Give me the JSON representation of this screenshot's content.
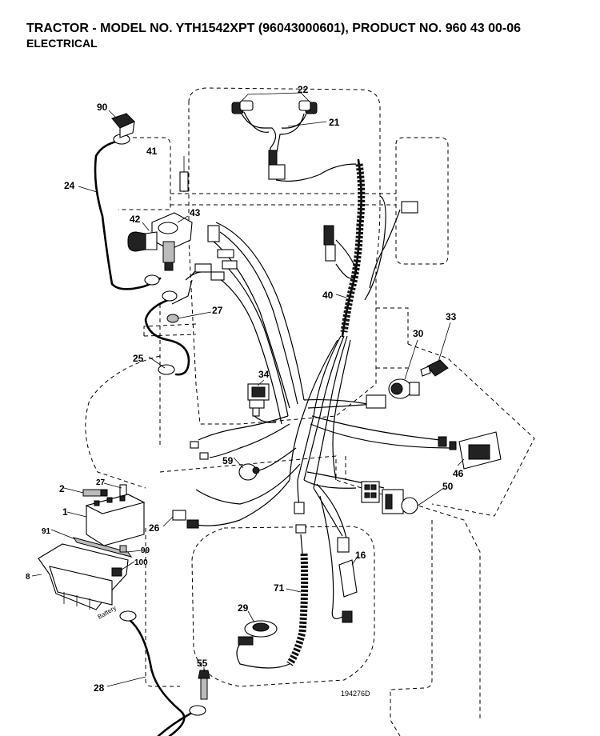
{
  "header": {
    "title": "TRACTOR - MODEL NO. YTH1542XPT (96043000601), PRODUCT NO. 960 43 00-06",
    "subtitle": "ELECTRICAL"
  },
  "battery_label": "Battery",
  "drawing_number": "194276D",
  "callouts": {
    "c22": "22",
    "c21": "21",
    "c90": "90",
    "c41": "41",
    "c24": "24",
    "c43": "43",
    "c42": "42",
    "c40": "40",
    "c27a": "27",
    "c33": "33",
    "c30": "30",
    "c25": "25",
    "c34": "34",
    "c59": "59",
    "c46": "46",
    "c2": "2",
    "c27b": "27",
    "c50": "50",
    "c1": "1",
    "c26": "26",
    "c91": "91",
    "c99": "99",
    "c100": "100",
    "c16": "16",
    "c8": "8",
    "c71": "71",
    "c29": "29",
    "c55": "55",
    "c28": "28"
  }
}
